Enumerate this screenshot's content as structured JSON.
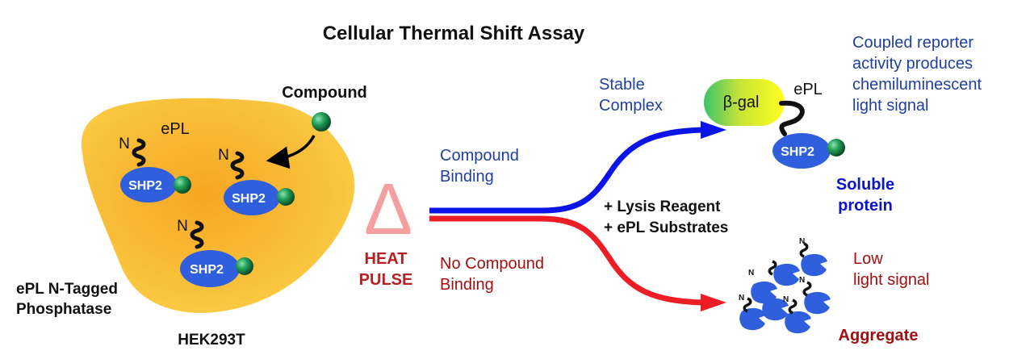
{
  "title": "Cellular Thermal Shift Assay",
  "compound_label": "Compound",
  "cell": {
    "epl_label": "ePL",
    "n_label": "N",
    "protein_label": "SHP2",
    "caption_line1": "ePL N-Tagged",
    "caption_line2": "Phosphatase",
    "cell_line": "HEK293T"
  },
  "heat": {
    "symbol": "Δ",
    "line1": "HEAT",
    "line2": "PULSE"
  },
  "upper_path": {
    "label_line1": "Compound",
    "label_line2": "Binding",
    "result_line1": "Stable",
    "result_line2": "Complex"
  },
  "lower_path": {
    "label_line1": "No Compound",
    "label_line2": "Binding"
  },
  "reagents": {
    "line1": "+ Lysis Reagent",
    "line2": "+ ePL Substrates"
  },
  "complex": {
    "bgal_label": "β-gal",
    "epl_label": "ePL",
    "protein_label": "SHP2"
  },
  "reporter": {
    "line1": "Coupled reporter",
    "line2": "activity produces",
    "line3": "chemiluminescent",
    "line4": "light signal"
  },
  "soluble": {
    "line1": "Soluble",
    "line2": "protein"
  },
  "low_signal": {
    "line1": "Low",
    "line2": "light signal"
  },
  "aggregate": {
    "label": "Aggregate",
    "n_label": "N"
  },
  "colors": {
    "cell": "#f7b733",
    "protein": "#2f5fdc",
    "ligand": "#1f8a4c",
    "stable_path": "#0a14e6",
    "unstable_path": "#ee1c24",
    "heat": "#f4a0a0",
    "heat_text": "#b22222",
    "blue_text": "#1f3fa0",
    "dark_red_text": "#a01010"
  }
}
